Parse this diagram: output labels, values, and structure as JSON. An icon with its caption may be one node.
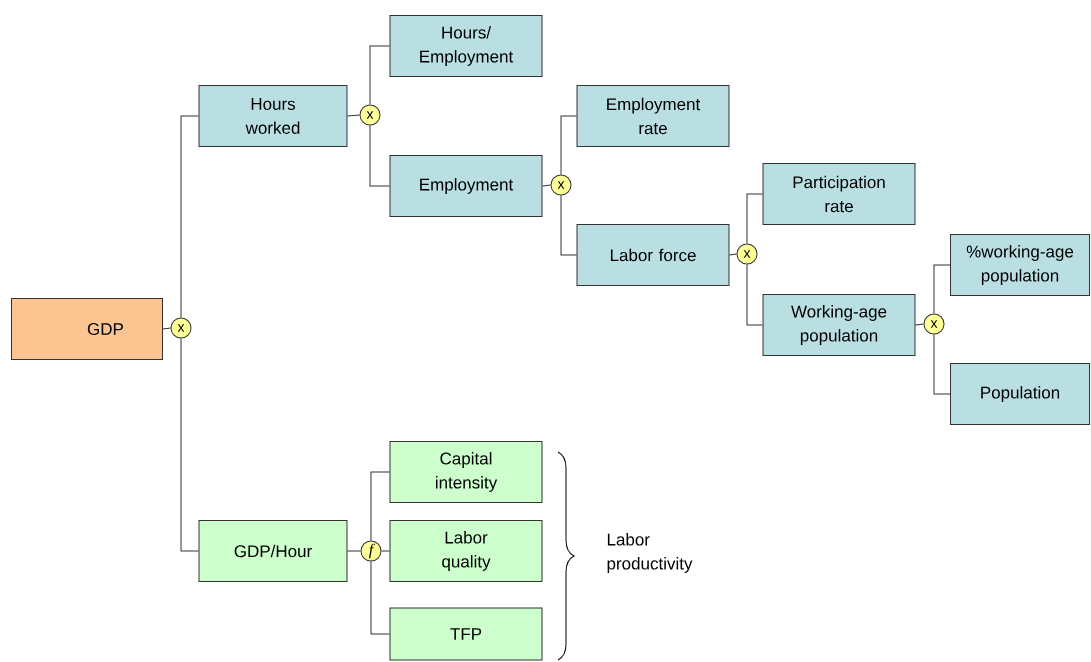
{
  "diagram": {
    "nodes": [
      {
        "text": [
          "GDP"
        ]
      },
      {
        "text": [
          "x"
        ]
      },
      {
        "text": [
          "Hours worked"
        ]
      },
      {
        "text": [
          "x"
        ]
      },
      {
        "text": [
          "Hours/ Employment"
        ]
      },
      {
        "text": [
          "Employment"
        ]
      },
      {
        "text": [
          "x"
        ]
      },
      {
        "text": [
          "Employment rate"
        ]
      },
      {
        "text": [
          "Labor force"
        ]
      },
      {
        "text": [
          "x"
        ]
      },
      {
        "text": [
          "Participation rate"
        ]
      },
      {
        "text": [
          "Working-age population"
        ]
      },
      {
        "text": [
          "x"
        ]
      },
      {
        "text": [
          "%working-age population"
        ]
      },
      {
        "text": [
          "Population"
        ]
      },
      {
        "text": [
          "GDP/Hour"
        ]
      },
      {
        "text": [
          "f"
        ]
      },
      {
        "text": [
          "Capital intensity"
        ]
      },
      {
        "text": [
          "Labor quality"
        ]
      },
      {
        "text": [
          "TFP"
        ]
      }
    ],
    "edges": [
      {
        "from": 0,
        "to": 1,
        "arrow": "none"
      },
      {
        "from": 1,
        "to": 2,
        "arrow": "none"
      },
      {
        "from": 1,
        "to": 15,
        "arrow": "none"
      },
      {
        "from": 2,
        "to": 3,
        "arrow": "none"
      },
      {
        "from": 3,
        "to": 4,
        "arrow": "none"
      },
      {
        "from": 3,
        "to": 5,
        "arrow": "none"
      },
      {
        "from": 5,
        "to": 6,
        "arrow": "none"
      },
      {
        "from": 6,
        "to": 7,
        "arrow": "none"
      },
      {
        "from": 6,
        "to": 8,
        "arrow": "none"
      },
      {
        "from": 8,
        "to": 9,
        "arrow": "none"
      },
      {
        "from": 9,
        "to": 10,
        "arrow": "none"
      },
      {
        "from": 9,
        "to": 11,
        "arrow": "none"
      },
      {
        "from": 11,
        "to": 12,
        "arrow": "none"
      },
      {
        "from": 12,
        "to": 13,
        "arrow": "none"
      },
      {
        "from": 12,
        "to": 14,
        "arrow": "none"
      },
      {
        "from": 15,
        "to": 16,
        "arrow": "none"
      },
      {
        "from": 16,
        "to": 17,
        "arrow": "none"
      },
      {
        "from": 16,
        "to": 18,
        "arrow": "none"
      },
      {
        "from": 16,
        "to": 19,
        "arrow": "none"
      }
    ],
    "labels": [
      "Labor productivity"
    ]
  }
}
